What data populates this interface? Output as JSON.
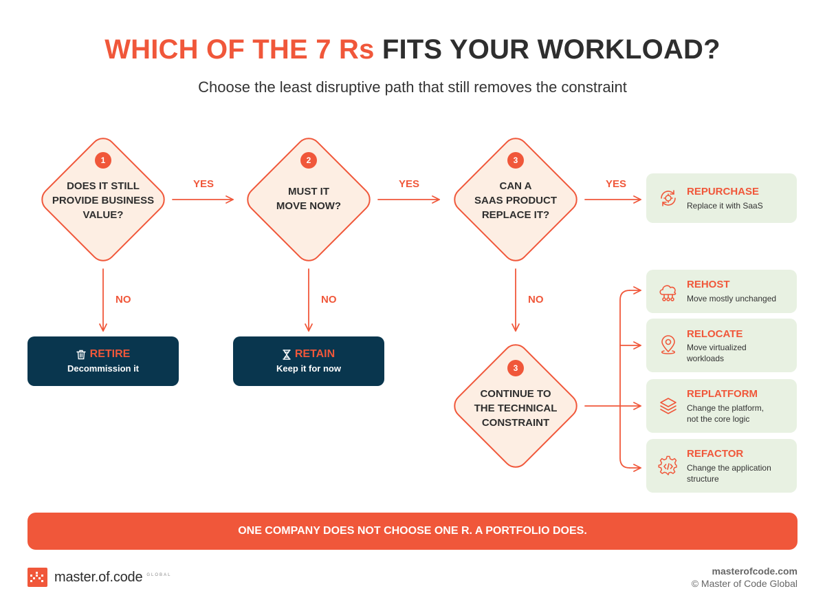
{
  "header": {
    "title_accent": "WHICH OF THE 7 Rs",
    "title_rest": "FITS YOUR WORKLOAD?",
    "subtitle": "Choose the least disruptive path that still removes the constraint"
  },
  "questions": [
    {
      "number": "1",
      "lines": [
        "DOES IT STILL",
        "PROVIDE BUSINESS",
        "VALUE?"
      ]
    },
    {
      "number": "2",
      "lines": [
        "MUST IT",
        "MOVE NOW?"
      ]
    },
    {
      "number": "3",
      "lines": [
        "CAN A",
        "SAAS PRODUCT",
        "REPLACE IT?"
      ]
    },
    {
      "number": "3",
      "lines": [
        "CONTINUE TO",
        "THE TECHNICAL",
        "CONSTRAINT"
      ]
    }
  ],
  "edges": {
    "yes": "YES",
    "no": "NO"
  },
  "outcomes": {
    "retire": {
      "title": "RETIRE",
      "desc": "Decommission it",
      "icon": "trash-icon"
    },
    "retain": {
      "title": "RETAIN",
      "desc": "Keep it for now",
      "icon": "hourglass-icon"
    }
  },
  "cards": [
    {
      "title": "REPURCHASE",
      "lines": [
        "Replace it with SaaS"
      ],
      "icon": "gear-cycle-icon"
    },
    {
      "title": "REHOST",
      "lines": [
        "Move mostly unchanged"
      ],
      "icon": "cloud-network-icon"
    },
    {
      "title": "RELOCATE",
      "lines": [
        "Move virtualized",
        "workloads"
      ],
      "icon": "location-pin-icon"
    },
    {
      "title": "REPLATFORM",
      "lines": [
        "Change the platform,",
        "not the core logic"
      ],
      "icon": "layers-icon"
    },
    {
      "title": "REFACTOR",
      "lines": [
        "Change the application",
        "structure"
      ],
      "icon": "gear-code-icon"
    }
  ],
  "banner": "ONE COMPANY DOES NOT CHOOSE ONE R. A PORTFOLIO DOES.",
  "footer": {
    "logo_text": "master.of.code",
    "logo_sub": "GLOBAL",
    "site": "masterofcode.com",
    "copyright": "© Master of Code Global"
  },
  "colors": {
    "accent": "#f0573a",
    "navy": "#09364e",
    "diamond_fill": "#fdeee3",
    "card_fill": "#e8f1e2"
  }
}
